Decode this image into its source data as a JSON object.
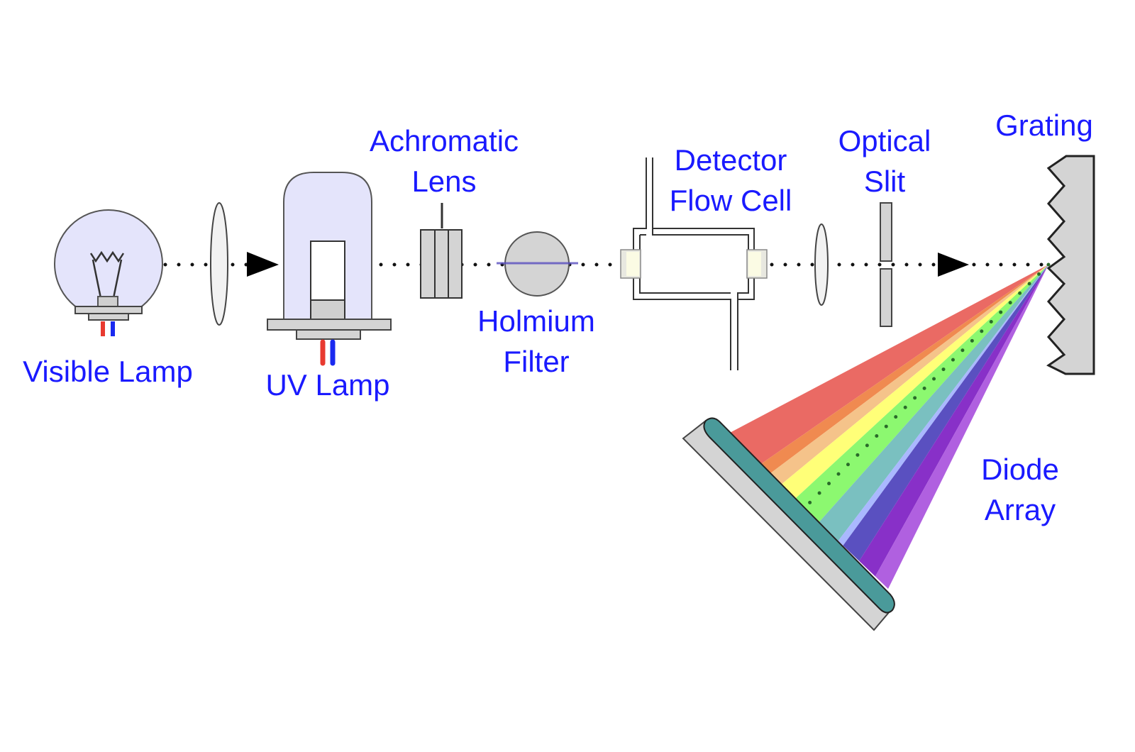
{
  "title": "Diode Array Detector Optical Path",
  "labels": {
    "visible_lamp": "Visible Lamp",
    "uv_lamp": "UV Lamp",
    "achromatic_lens_1": "Achromatic",
    "achromatic_lens_2": "Lens",
    "holmium_filter_1": "Holmium",
    "holmium_filter_2": "Filter",
    "flow_cell_1": "Detector",
    "flow_cell_2": "Flow Cell",
    "optical_slit_1": "Optical",
    "optical_slit_2": "Slit",
    "grating": "Grating",
    "diode_array_1": "Diode",
    "diode_array_2": "Array"
  },
  "colors": {
    "label_text": "#1a1aff",
    "lamp_glass": "#e4e4fb",
    "metal": "#d4d4d4",
    "diode_array": "#4a9a9a",
    "wire_red": "#e83a30",
    "wire_blue": "#1a2af0",
    "spectrum": [
      "#ea6a64",
      "#f08a50",
      "#f5c38a",
      "#ffff78",
      "#8cf870",
      "#7ac0c0",
      "#aab8ff",
      "#5a50c0",
      "#8830c8",
      "#b060e0"
    ]
  }
}
